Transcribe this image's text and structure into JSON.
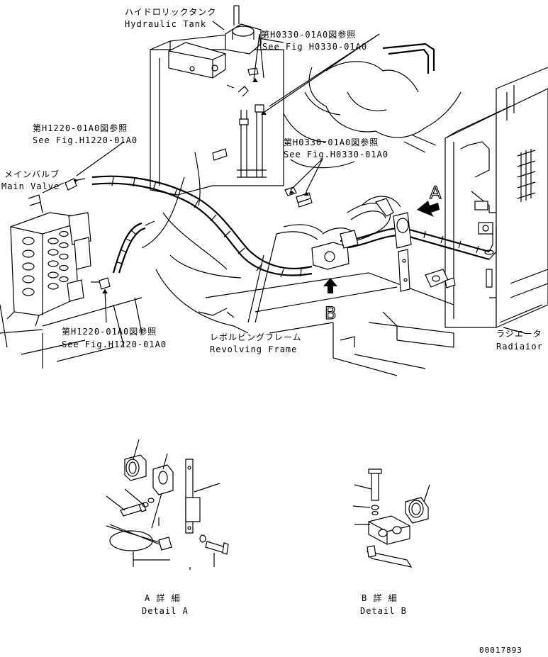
{
  "labels": {
    "hydraulic_tank_jp": "ハイドロリックタンク",
    "hydraulic_tank_en": "Hydraulic Tank",
    "ref_h0330_top_jp": "第H0330-01A0図参照",
    "ref_h0330_top_en": "See Fig H0330-01A0",
    "ref_h1220_top_jp": "第H1220-01A0図参照",
    "ref_h1220_top_en": "See Fig.H1220-01A0",
    "ref_h0330_mid_jp": "第H0330-01A0図参照",
    "ref_h0330_mid_en": "See Fig.H0330-01A0",
    "main_valve_jp": "メインバルブ",
    "main_valve_en": "Main Valve",
    "callout_a": "A",
    "callout_b": "B",
    "ref_h1220_bot_jp": "第H1220-01A0図参照",
    "ref_h1220_bot_en": "See Fig.H1220-01A0",
    "revolving_frame_jp": "レボルビングフレーム",
    "revolving_frame_en": "Revolving Frame",
    "radiator_jp": "ラジエータ",
    "radiator_en": "Radiaior",
    "detail_a_jp": "A 詳 細",
    "detail_a_en": "Detail A",
    "detail_b_jp": "B 詳 細",
    "detail_b_en": "Detail B",
    "drawing_number": "00017893"
  }
}
